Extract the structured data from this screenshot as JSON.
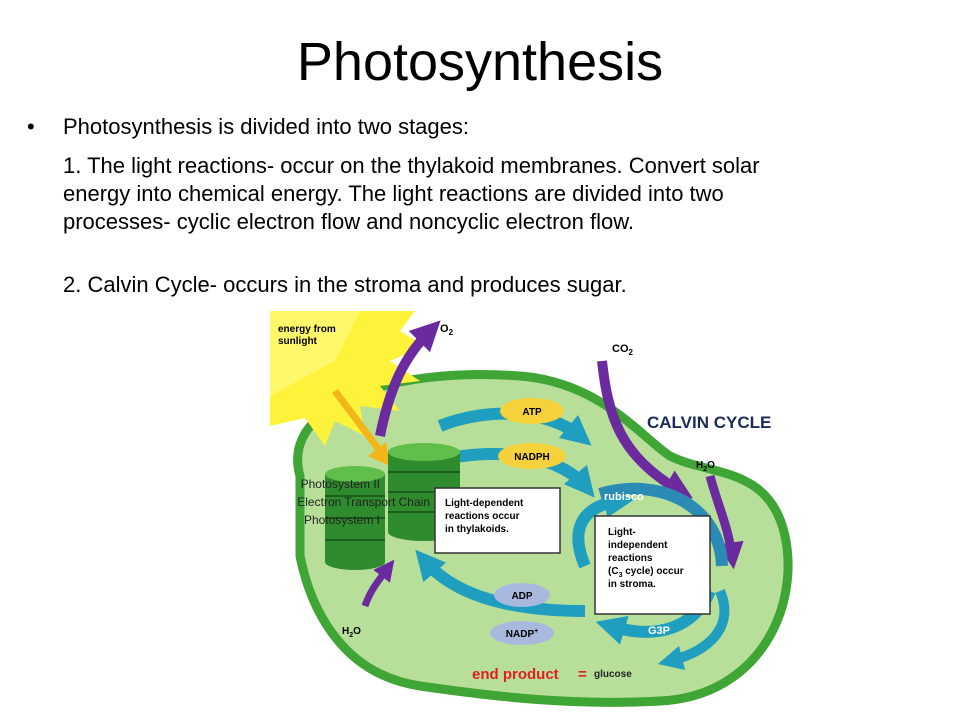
{
  "slide": {
    "title": "Photosynthesis",
    "bullet_mark": "•",
    "bullet_text": "Photosynthesis is divided into two stages:",
    "item1_line1": "1. The light reactions- occur on the thylakoid membranes. Convert solar",
    "item1_line2": "energy into chemical energy. The light reactions are divided into two",
    "item1_line3": "processes- cyclic electron flow and noncyclic electron flow.",
    "item2": "2. Calvin Cycle- occurs in the stroma and produces sugar."
  },
  "diagram": {
    "sunlight_line1": "energy from",
    "sunlight_line2": "sunlight",
    "o2": "O",
    "o2_sub": "2",
    "co2": "CO",
    "co2_sub": "2",
    "atp": "ATP",
    "nadph": "NADPH",
    "calvin_cycle": "CALVIN CYCLE",
    "h2o_top": "H",
    "h2o_top_sub": "2",
    "h2o_top_end": "O",
    "photosystem_ii": "Photosystem II",
    "etc": "Electron Transport Chain",
    "photosystem_i": "Photosystem I",
    "light_dep_line1": "Light-dependent",
    "light_dep_line2": "reactions occur",
    "light_dep_line3": "in thylakoids.",
    "rubisco": "rubisco",
    "light_indep_line1": "Light-",
    "light_indep_line2": "independent",
    "light_indep_line3": "reactions",
    "light_indep_line4a": "(C",
    "light_indep_line4sub": "3",
    "light_indep_line4b": " cycle) occur",
    "light_indep_line5": "in stroma.",
    "adp": "ADP",
    "nadp_plus": "NADP",
    "nadp_sup": "+",
    "h2o_bottom": "H",
    "h2o_bottom_sub": "2",
    "h2o_bottom_end": "O",
    "g3p": "G3P",
    "end_product": "end product",
    "equals": "=",
    "glucose": "glucose"
  },
  "colors": {
    "outer_membrane": "#3fa535",
    "stroma": "#b7df9a",
    "thylakoid": "#2e8b2e",
    "sun": "#fff23a",
    "purple_arrow": "#6b2b9e",
    "teal_arrow": "#1f9ebf",
    "oval_fill": "#f5d13b",
    "oval_blue": "#a9b9de",
    "end_product_red": "#e02020"
  }
}
